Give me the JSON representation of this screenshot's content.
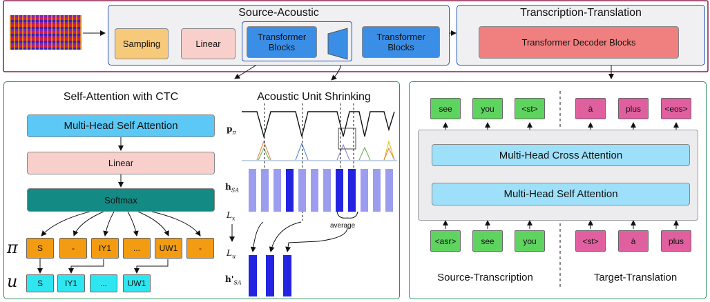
{
  "top": {
    "source_acoustic_title": "Source-Acoustic",
    "sampling": "Sampling",
    "linear": "Linear",
    "transformer_blocks_1": "Transformer Blocks",
    "transformer_blocks_2": "Transformer Blocks",
    "transcription_translation_title": "Transcription-Translation",
    "transformer_decoder": "Transformer Decoder Blocks"
  },
  "ctc": {
    "title": "Self-Attention with CTC",
    "mhsa": "Multi-Head Self Attention",
    "linear": "Linear",
    "softmax": "Softmax",
    "pi_symbol": "π",
    "u_symbol": "u",
    "pi_tokens": [
      "S",
      "-",
      "IY1",
      "...",
      "UW1",
      "-"
    ],
    "u_tokens": [
      "S",
      "IY1",
      "...",
      "UW1"
    ]
  },
  "shrink": {
    "title": "Acoustic Unit Shrinking",
    "p_label": "p",
    "p_sub": "π",
    "h_label": "h",
    "h_sub": "SA",
    "lx": "L",
    "lx_sub": "x",
    "lu": "L",
    "lu_sub": "u",
    "hp_label": "h'",
    "hp_sub": "SA",
    "average": "average"
  },
  "decoder": {
    "out_src": [
      "see",
      "you",
      "<st>"
    ],
    "out_tgt": [
      "à",
      "plus",
      "<eos>"
    ],
    "cross_attention": "Multi-Head Cross Attention",
    "self_attention": "Multi-Head Self Attention",
    "in_src": [
      "<asr>",
      "see",
      "you"
    ],
    "in_tgt": [
      "<st>",
      "à",
      "plus"
    ],
    "source_label": "Source-Transcription",
    "target_label": "Target-Translation"
  },
  "colors": {
    "outer_border": "#8a1f4f",
    "panel_border": "#1f4fb5",
    "green_border": "#2e8b57",
    "sampling": "#f7c97a",
    "linear": "#f8cfcb",
    "transformer": "#3a8ee6",
    "decoder": "#f08080",
    "mhsa": "#5bc8f5",
    "softmax": "#138a84",
    "token_orange": "#f39c12",
    "token_cyan": "#2ee6f0",
    "token_green": "#5fd35f",
    "token_pink": "#e0609f",
    "attn_light": "#9ee0fa"
  }
}
